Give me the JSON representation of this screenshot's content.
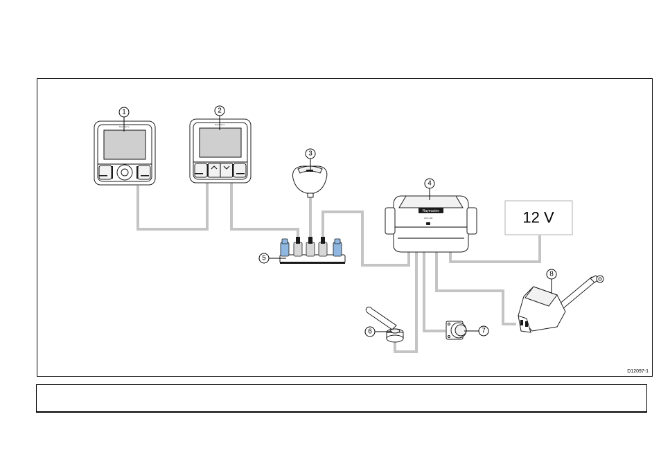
{
  "diagram": {
    "items": [
      {
        "number": "1",
        "component": "pilot-controller-a"
      },
      {
        "number": "2",
        "component": "pilot-controller-b"
      },
      {
        "number": "3",
        "component": "heading-sensor"
      },
      {
        "number": "4",
        "component": "actuator-control-unit"
      },
      {
        "number": "5",
        "component": "backbone-connector"
      },
      {
        "number": "6",
        "component": "rudder-reference-lever"
      },
      {
        "number": "7",
        "component": "bulkhead-connector"
      },
      {
        "number": "8",
        "component": "linear-drive"
      }
    ],
    "power_label": "12 V",
    "reference_code": "D12097-1",
    "controller_brand": "Raymarine",
    "acu_brand": "Raymarine",
    "acu_model": "ACU-100",
    "icon_names": [
      "controller-icon",
      "sensor-icon",
      "acu-icon",
      "connector-block-icon",
      "lever-icon",
      "bulkhead-connector-icon",
      "drive-unit-icon",
      "power-supply-icon"
    ]
  },
  "caption": {
    "text": ""
  }
}
